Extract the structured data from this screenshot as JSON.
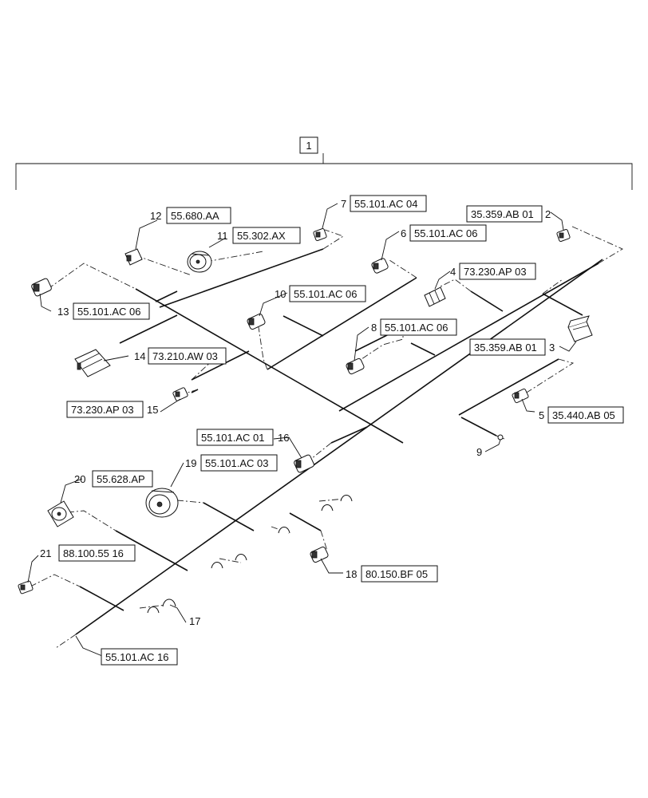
{
  "assembly": {
    "item": "1"
  },
  "callouts": [
    {
      "num": "2",
      "ref": "35.359.AB 01"
    },
    {
      "num": "3",
      "ref": "35.359.AB 01"
    },
    {
      "num": "4",
      "ref": "73.230.AP 03"
    },
    {
      "num": "5",
      "ref": "35.440.AB 05"
    },
    {
      "num": "6",
      "ref": "55.101.AC 06"
    },
    {
      "num": "7",
      "ref": "55.101.AC 04"
    },
    {
      "num": "8",
      "ref": "55.101.AC 06"
    },
    {
      "num": "9",
      "ref": ""
    },
    {
      "num": "10",
      "ref": "55.101.AC 06"
    },
    {
      "num": "11",
      "ref": "55.302.AX"
    },
    {
      "num": "12",
      "ref": "55.680.AA"
    },
    {
      "num": "13",
      "ref": "55.101.AC 06"
    },
    {
      "num": "14",
      "ref": "73.210.AW 03"
    },
    {
      "num": "15",
      "ref": "73.230.AP 03"
    },
    {
      "num": "16",
      "ref": "55.101.AC 01"
    },
    {
      "num": "17",
      "ref": ""
    },
    {
      "num": "18",
      "ref": "80.150.BF 05"
    },
    {
      "num": "19",
      "ref": "55.101.AC 03"
    },
    {
      "num": "20",
      "ref": "55.628.AP"
    },
    {
      "num": "21",
      "ref": "88.100.55 16"
    }
  ],
  "harness": {
    "ref": "55.101.AC 16"
  }
}
